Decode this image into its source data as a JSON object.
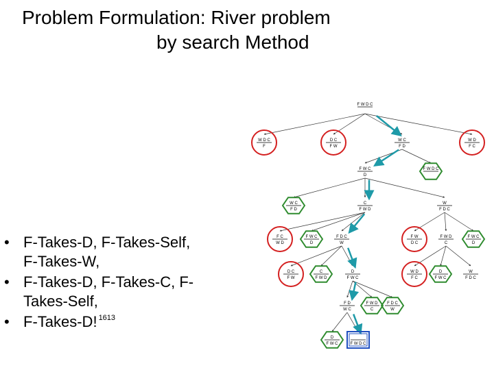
{
  "title": {
    "line1": "Problem Formulation: River problem",
    "line2": "by  search Method"
  },
  "bullets": [
    "F-Takes-D, F-Takes-Self, F-Takes-W,",
    "F-Takes-D, F-Takes-C, F-Takes-Self,",
    "F-Takes-D!"
  ],
  "bullet_lines": [
    [
      "F-Takes-D, F-Takes-Self,",
      "F-Takes-W,"
    ],
    [
      "F-Takes-D, F-Takes-C, F-",
      "Takes-Self,"
    ],
    [
      "F-Takes-D!"
    ]
  ],
  "page_number": "1613",
  "colors": {
    "fail": "#d42020",
    "repeat": "#2e8b2e",
    "path_arrow": "#1e9aa8",
    "goal_box": "#2050c0"
  },
  "state_tree": {
    "nodes": [
      {
        "id": "root",
        "top": "F W D C",
        "bottom": "",
        "marker": "none"
      },
      {
        "id": "l1a",
        "top": "W D C",
        "bottom": "F",
        "marker": "fail"
      },
      {
        "id": "l1b",
        "top": "D C",
        "bottom": "F W",
        "marker": "fail"
      },
      {
        "id": "l1c",
        "top": "W  C",
        "bottom": "F  D",
        "marker": "none"
      },
      {
        "id": "l1d",
        "top": "W D",
        "bottom": "F  C",
        "marker": "fail"
      },
      {
        "id": "l2a",
        "top": "F W  C",
        "bottom": "D",
        "marker": "none"
      },
      {
        "id": "l2b",
        "top": "F W D C",
        "bottom": "",
        "marker": "repeat"
      },
      {
        "id": "l3a",
        "top": "W  C",
        "bottom": "F  D",
        "marker": "repeat"
      },
      {
        "id": "l3b",
        "top": "C",
        "bottom": "F W D",
        "marker": "none"
      },
      {
        "id": "l3c",
        "top": "W",
        "bottom": "F  D C",
        "marker": "none"
      },
      {
        "id": "l4a",
        "top": "F  C",
        "bottom": "W D",
        "marker": "fail"
      },
      {
        "id": "l4b",
        "top": "F W C",
        "bottom": "D",
        "marker": "repeat"
      },
      {
        "id": "l4c",
        "top": "F  D C",
        "bottom": "W",
        "marker": "none"
      },
      {
        "id": "l4d",
        "top": "F W",
        "bottom": "D C",
        "marker": "fail"
      },
      {
        "id": "l4e",
        "top": "F W D",
        "bottom": "C",
        "marker": "none"
      },
      {
        "id": "l4f",
        "top": "F W C",
        "bottom": "D",
        "marker": "repeat"
      },
      {
        "id": "l5a",
        "top": "D C",
        "bottom": "F W",
        "marker": "fail"
      },
      {
        "id": "l5b",
        "top": "C",
        "bottom": "F W D",
        "marker": "repeat"
      },
      {
        "id": "l5c",
        "top": "D",
        "bottom": "F W C",
        "marker": "none"
      },
      {
        "id": "l5d",
        "top": "W D",
        "bottom": "F  C",
        "marker": "fail"
      },
      {
        "id": "l5e",
        "top": "D",
        "bottom": "F W C",
        "marker": "repeat"
      },
      {
        "id": "l5f",
        "top": "W",
        "bottom": "F D C",
        "marker": "none"
      },
      {
        "id": "l6a",
        "top": "F  D",
        "bottom": "W  C",
        "marker": "none"
      },
      {
        "id": "l6b",
        "top": "F W D",
        "bottom": "C",
        "marker": "repeat"
      },
      {
        "id": "l6c",
        "top": "F  D C",
        "bottom": "W",
        "marker": "repeat"
      },
      {
        "id": "l7a",
        "top": "D",
        "bottom": "F W  C",
        "marker": "repeat"
      },
      {
        "id": "goal",
        "top": "",
        "bottom": "F W D C",
        "marker": "goal"
      }
    ],
    "edges": [
      [
        "root",
        "l1a"
      ],
      [
        "root",
        "l1b"
      ],
      [
        "root",
        "l1c"
      ],
      [
        "root",
        "l1d"
      ],
      [
        "l1c",
        "l2a"
      ],
      [
        "l1c",
        "l2b"
      ],
      [
        "l2a",
        "l3a"
      ],
      [
        "l2a",
        "l3b"
      ],
      [
        "l2a",
        "l3c"
      ],
      [
        "l3b",
        "l4a"
      ],
      [
        "l3b",
        "l4b"
      ],
      [
        "l3b",
        "l4c"
      ],
      [
        "l3c",
        "l4d"
      ],
      [
        "l3c",
        "l4e"
      ],
      [
        "l3c",
        "l4f"
      ],
      [
        "l4c",
        "l5a"
      ],
      [
        "l4c",
        "l5b"
      ],
      [
        "l4c",
        "l5c"
      ],
      [
        "l4e",
        "l5d"
      ],
      [
        "l4e",
        "l5e"
      ],
      [
        "l4e",
        "l5f"
      ],
      [
        "l5c",
        "l6a"
      ],
      [
        "l5c",
        "l6b"
      ],
      [
        "l5c",
        "l6c"
      ],
      [
        "l6a",
        "l7a"
      ],
      [
        "l6a",
        "goal"
      ]
    ],
    "solution_path": [
      "root",
      "l1c",
      "l2a",
      "l3b",
      "l4c",
      "l5c",
      "l6a",
      "goal"
    ]
  }
}
